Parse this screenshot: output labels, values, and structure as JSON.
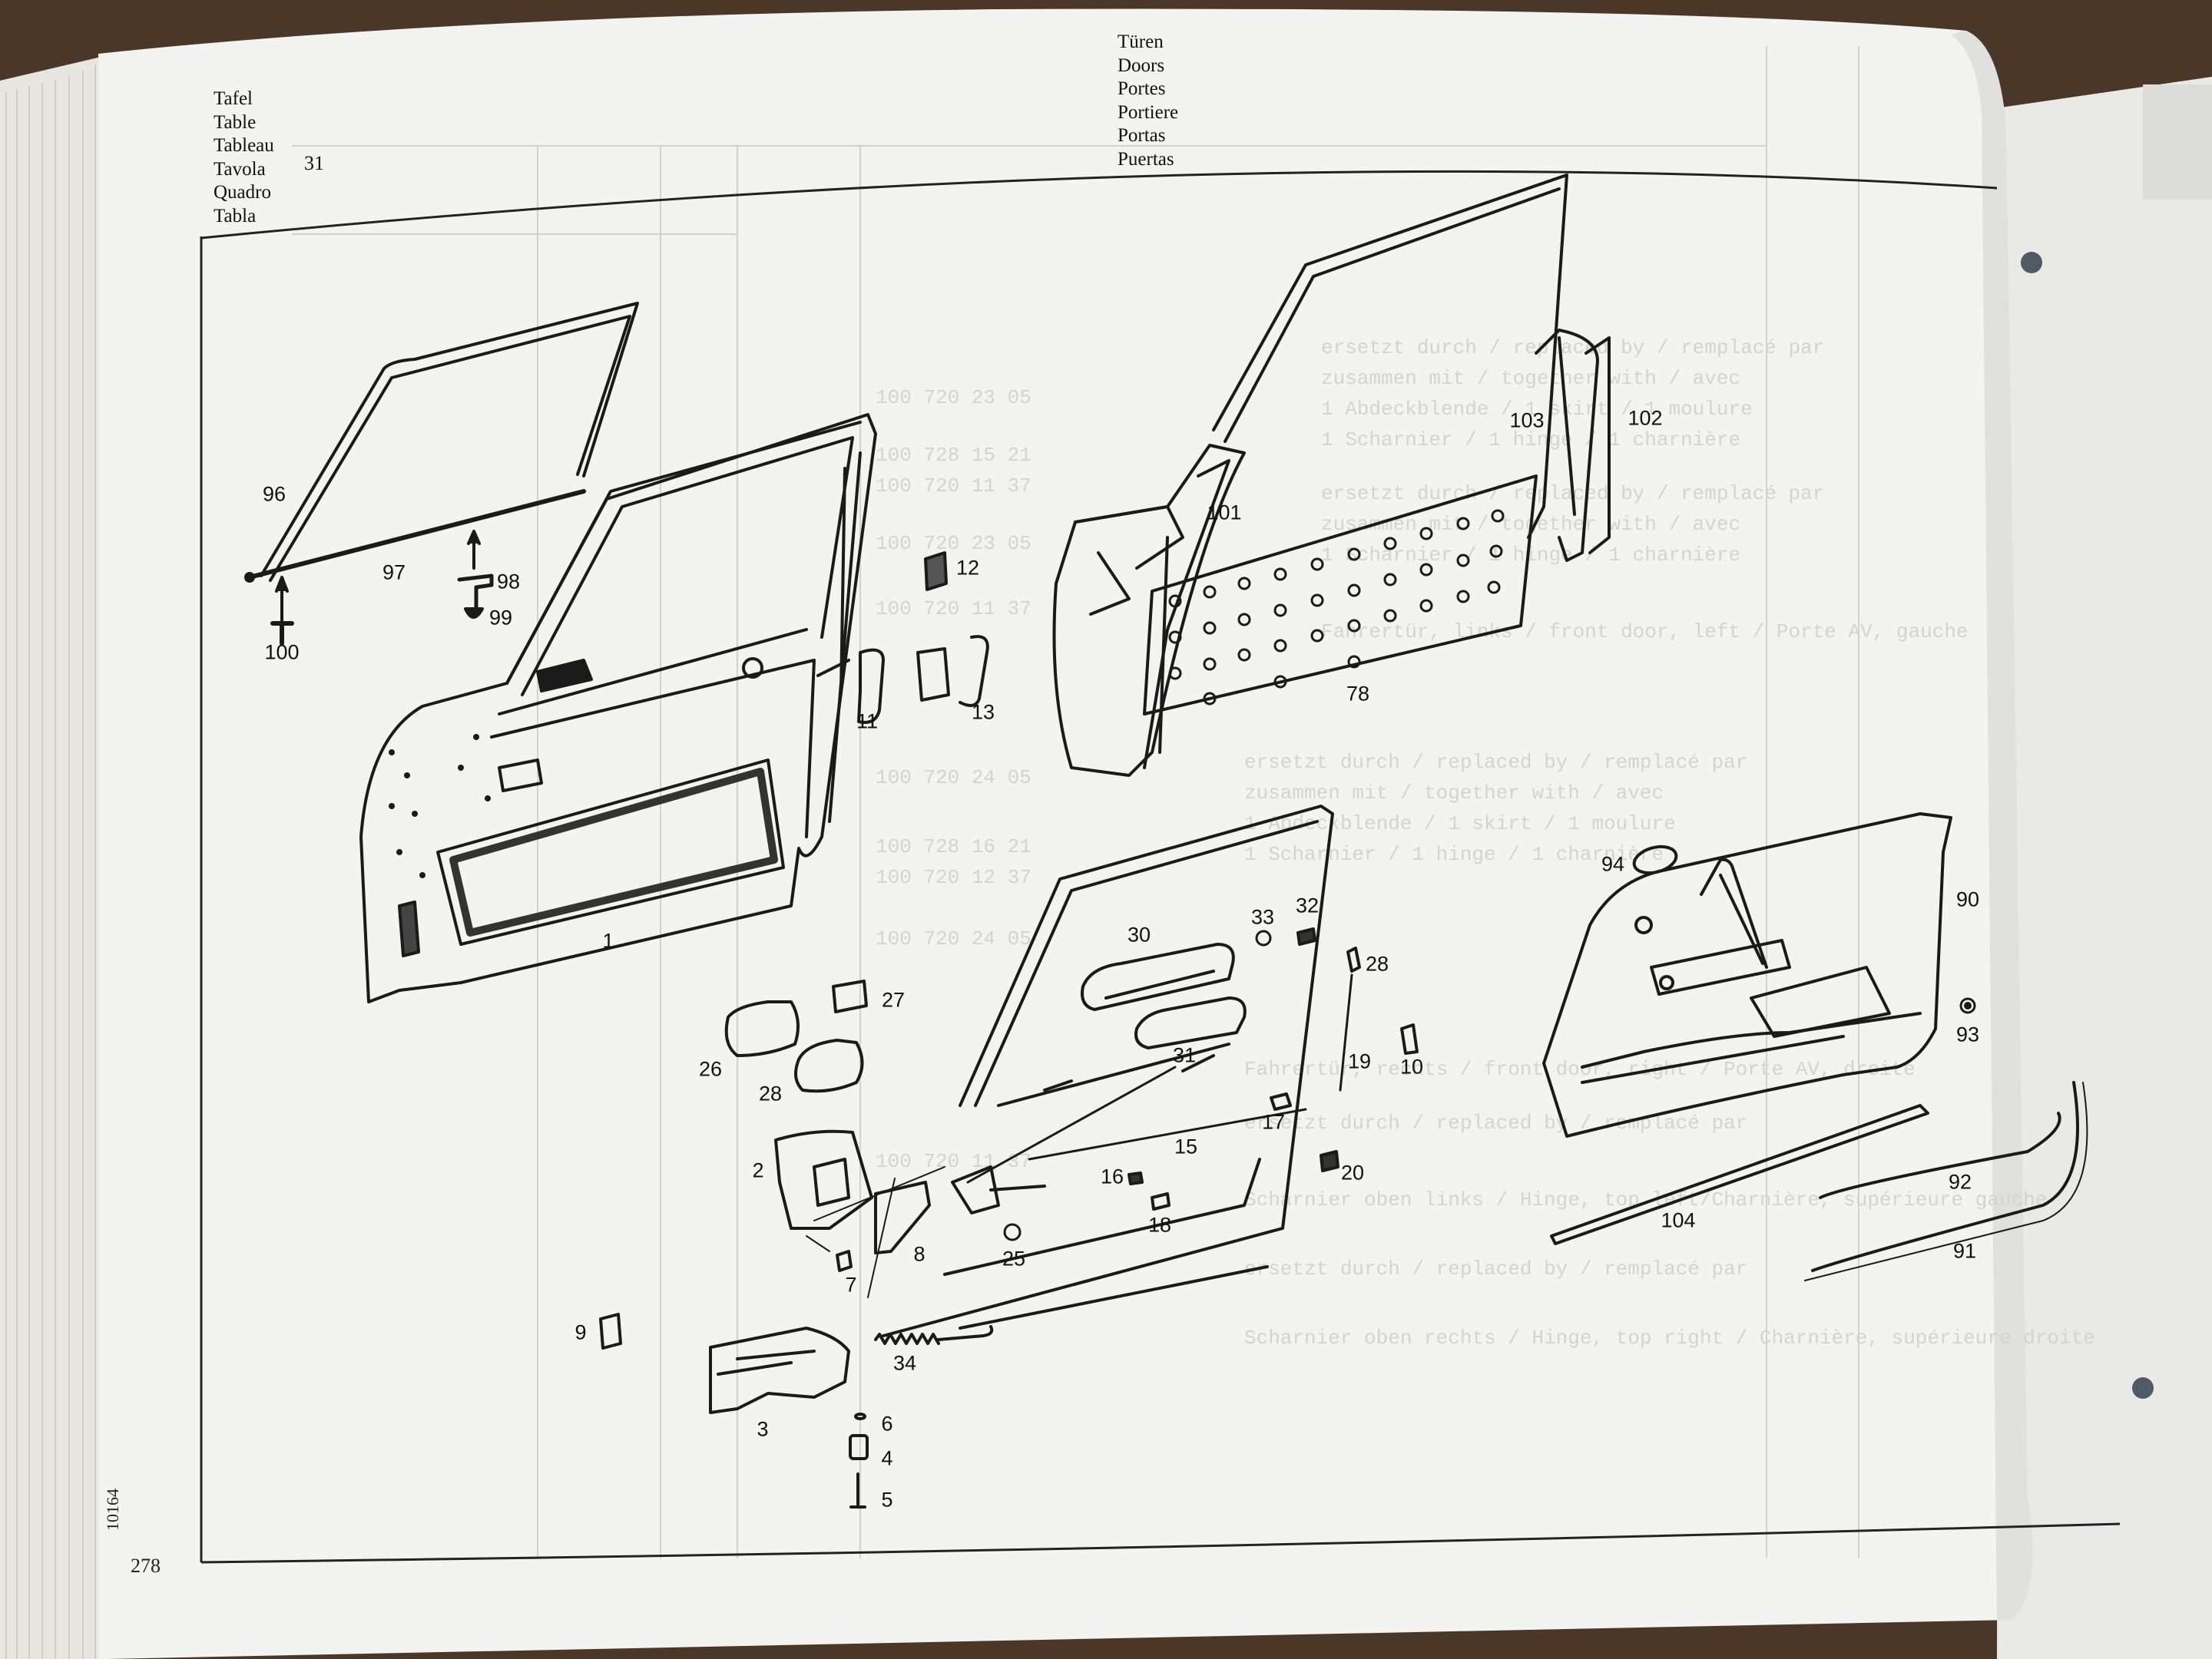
{
  "header": {
    "left_labels": [
      "Tafel",
      "Table",
      "Tableau",
      "Tavola",
      "Quadro",
      "Tabla"
    ],
    "table_number": "31",
    "right_labels": [
      "Türen",
      "Doors",
      "Portes",
      "Portiere",
      "Portas",
      "Puertas"
    ]
  },
  "footer": {
    "page_number": "278",
    "reference": "10164"
  },
  "callouts": [
    {
      "id": "c96",
      "text": "96"
    },
    {
      "id": "c97",
      "text": "97"
    },
    {
      "id": "c98",
      "text": "98"
    },
    {
      "id": "c99",
      "text": "99"
    },
    {
      "id": "c100",
      "text": "100"
    },
    {
      "id": "c1",
      "text": "1"
    },
    {
      "id": "c11",
      "text": "11"
    },
    {
      "id": "c12",
      "text": "12"
    },
    {
      "id": "c13",
      "text": "13"
    },
    {
      "id": "c101",
      "text": "101"
    },
    {
      "id": "c102",
      "text": "102"
    },
    {
      "id": "c103",
      "text": "103"
    },
    {
      "id": "c78",
      "text": "78"
    },
    {
      "id": "c94",
      "text": "94"
    },
    {
      "id": "c90",
      "text": "90"
    },
    {
      "id": "c93",
      "text": "93"
    },
    {
      "id": "c92",
      "text": "92"
    },
    {
      "id": "c91",
      "text": "91"
    },
    {
      "id": "c104",
      "text": "104"
    },
    {
      "id": "c30",
      "text": "30"
    },
    {
      "id": "c33",
      "text": "33"
    },
    {
      "id": "c32",
      "text": "32"
    },
    {
      "id": "c28a",
      "text": "28"
    },
    {
      "id": "c31",
      "text": "31"
    },
    {
      "id": "c27",
      "text": "27"
    },
    {
      "id": "c26",
      "text": "26"
    },
    {
      "id": "c28b",
      "text": "28"
    },
    {
      "id": "c19",
      "text": "19"
    },
    {
      "id": "c10",
      "text": "10"
    },
    {
      "id": "c17",
      "text": "17"
    },
    {
      "id": "c15",
      "text": "15"
    },
    {
      "id": "c16",
      "text": "16"
    },
    {
      "id": "c20",
      "text": "20"
    },
    {
      "id": "c18",
      "text": "18"
    },
    {
      "id": "c2",
      "text": "2"
    },
    {
      "id": "c8",
      "text": "8"
    },
    {
      "id": "c25",
      "text": "25"
    },
    {
      "id": "c7",
      "text": "7"
    },
    {
      "id": "c9",
      "text": "9"
    },
    {
      "id": "c34",
      "text": "34"
    },
    {
      "id": "c3",
      "text": "3"
    },
    {
      "id": "c6",
      "text": "6"
    },
    {
      "id": "c4",
      "text": "4"
    },
    {
      "id": "c5",
      "text": "5"
    }
  ]
}
